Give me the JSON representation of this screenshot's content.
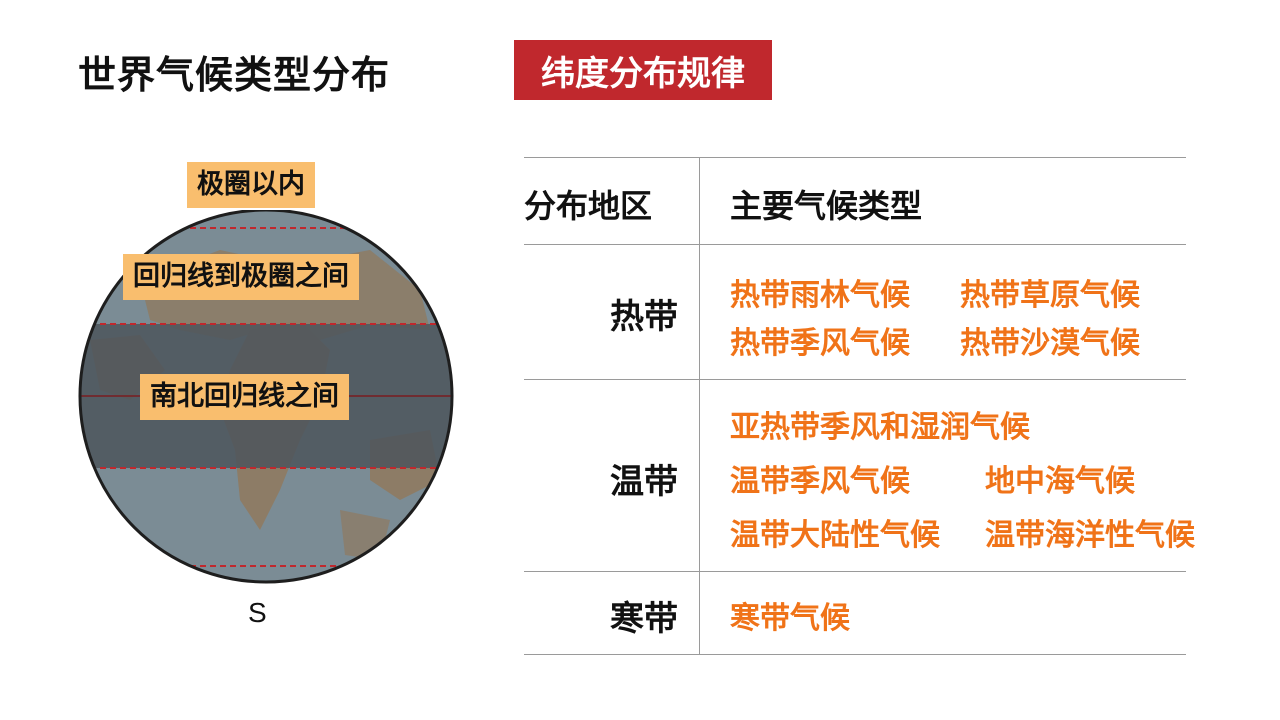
{
  "header": {
    "title": "世界气候类型分布",
    "subtitle": "纬度分布规律"
  },
  "globe": {
    "labels": {
      "polar": "极圈以内",
      "temperate": "回归线到极圈之间",
      "tropical": "南北回归线之间"
    },
    "south_marker": "S",
    "colors": {
      "ocean": "#7b8c95",
      "land": "#8d7c66",
      "tropical_band": "#4c555c",
      "dashed_line": "#c0282d"
    }
  },
  "table": {
    "headers": [
      "分布地区",
      "主要气候类型"
    ],
    "rows": [
      {
        "zone": "热带",
        "climates": [
          "热带雨林气候",
          "热带草原气候",
          "热带季风气候",
          "热带沙漠气候"
        ]
      },
      {
        "zone": "温带",
        "climates": [
          "亚热带季风和湿润气候",
          "温带季风气候",
          "地中海气候",
          "温带大陆性气候",
          "温带海洋性气候"
        ]
      },
      {
        "zone": "寒带",
        "climates": [
          "寒带气候"
        ]
      }
    ],
    "colors": {
      "climate_text": "#f07318",
      "rule": "#9a9a9a"
    }
  }
}
